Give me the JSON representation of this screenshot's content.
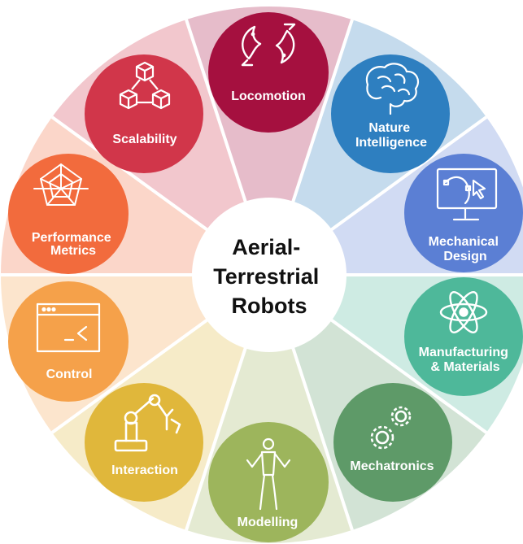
{
  "center": {
    "lines": [
      "Aerial-",
      "Terrestrial",
      "Robots"
    ]
  },
  "nodes": [
    {
      "id": "locomotion",
      "lines": [
        "Locomotion"
      ],
      "color": "#A5103F",
      "icon": "dolphins-icon"
    },
    {
      "id": "nature-intelligence",
      "lines": [
        "Nature",
        "Intelligence"
      ],
      "color": "#2E7FC0",
      "icon": "brain-icon"
    },
    {
      "id": "mechanical-design",
      "lines": [
        "Mechanical",
        "Design"
      ],
      "color": "#5B7FD4",
      "icon": "monitor-design-icon"
    },
    {
      "id": "manufacturing-materials",
      "lines": [
        "Manufacturing",
        "& Materials"
      ],
      "color": "#4EB89A",
      "icon": "atom-icon"
    },
    {
      "id": "mechatronics",
      "lines": [
        "Mechatronics"
      ],
      "color": "#5E9A68",
      "icon": "gears-icon"
    },
    {
      "id": "modelling",
      "lines": [
        "Modelling"
      ],
      "color": "#9DB55C",
      "icon": "mannequin-icon"
    },
    {
      "id": "interaction",
      "lines": [
        "Interaction"
      ],
      "color": "#E0B73B",
      "icon": "robot-arm-icon"
    },
    {
      "id": "control",
      "lines": [
        "Control"
      ],
      "color": "#F5A14A",
      "icon": "terminal-window-icon"
    },
    {
      "id": "performance-metrics",
      "lines": [
        "Performance",
        "Metrics"
      ],
      "color": "#F26B3D",
      "icon": "radar-chart-icon"
    },
    {
      "id": "scalability",
      "lines": [
        "Scalability"
      ],
      "color": "#D1364A",
      "icon": "cubes-icon"
    }
  ]
}
